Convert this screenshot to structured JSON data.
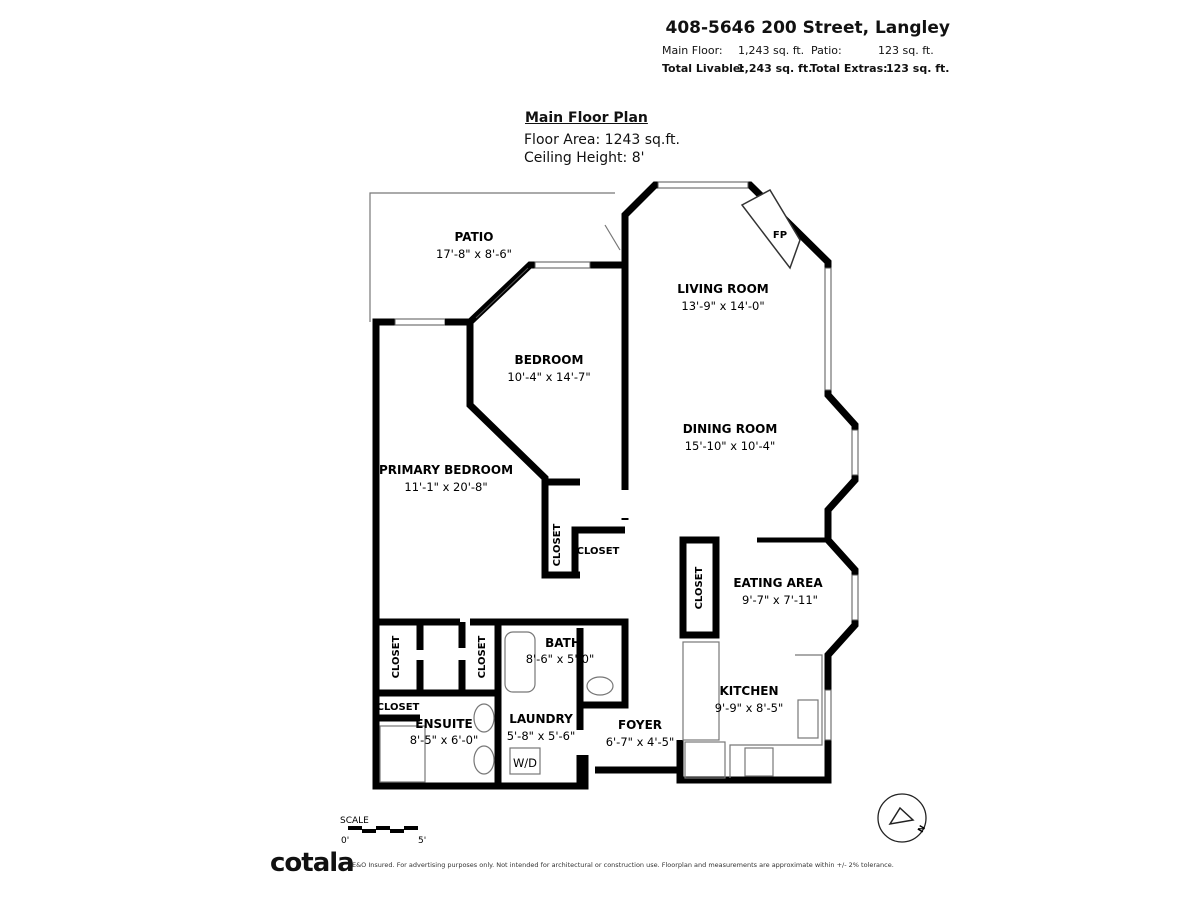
{
  "header": {
    "address": "408-5646 200 Street, Langley",
    "main_floor_label": "Main Floor:",
    "main_floor_value": "1,243 sq. ft.",
    "patio_label": "Patio:",
    "patio_value": "123 sq. ft.",
    "total_livable_label": "Total Livable:",
    "total_livable_value": "1,243 sq. ft.",
    "total_extras_label": "Total Extras:",
    "total_extras_value": "123 sq. ft."
  },
  "plan": {
    "title": "Main Floor Plan",
    "floor_area": "Floor Area: 1243 sq.ft.",
    "ceiling_height": "Ceiling Height: 8'"
  },
  "rooms": [
    {
      "name": "PATIO",
      "dims": "17'-8\" x 8'-6\""
    },
    {
      "name": "LIVING ROOM",
      "dims": "13'-9\" x 14'-0\""
    },
    {
      "name": "BEDROOM",
      "dims": "10'-4\" x 14'-7\""
    },
    {
      "name": "DINING ROOM",
      "dims": "15'-10\" x 10'-4\""
    },
    {
      "name": "PRIMARY BEDROOM",
      "dims": "11'-1\" x 20'-8\""
    },
    {
      "name": "EATING AREA",
      "dims": "9'-7\" x 7'-11\""
    },
    {
      "name": "BATH",
      "dims": "8'-6\" x 5'-0\""
    },
    {
      "name": "KITCHEN",
      "dims": "9'-9\" x 8'-5\""
    },
    {
      "name": "ENSUITE",
      "dims": "8'-5\" x 6'-0\""
    },
    {
      "name": "LAUNDRY",
      "dims": "5'-8\" x 5'-6\""
    },
    {
      "name": "FOYER",
      "dims": "6'-7\" x 4'-5\""
    }
  ],
  "labels": {
    "closet": "CLOSET",
    "fireplace": "FP",
    "washer_dryer": "W/D"
  },
  "scale": {
    "label": "SCALE",
    "start": "0'",
    "end": "5'"
  },
  "footer": {
    "logo": "cotala",
    "disclaimer": "E&O Insured. For advertising purposes only. Not intended for architectural or construction use. Floorplan and measurements are approximate within +/- 2% tolerance."
  }
}
